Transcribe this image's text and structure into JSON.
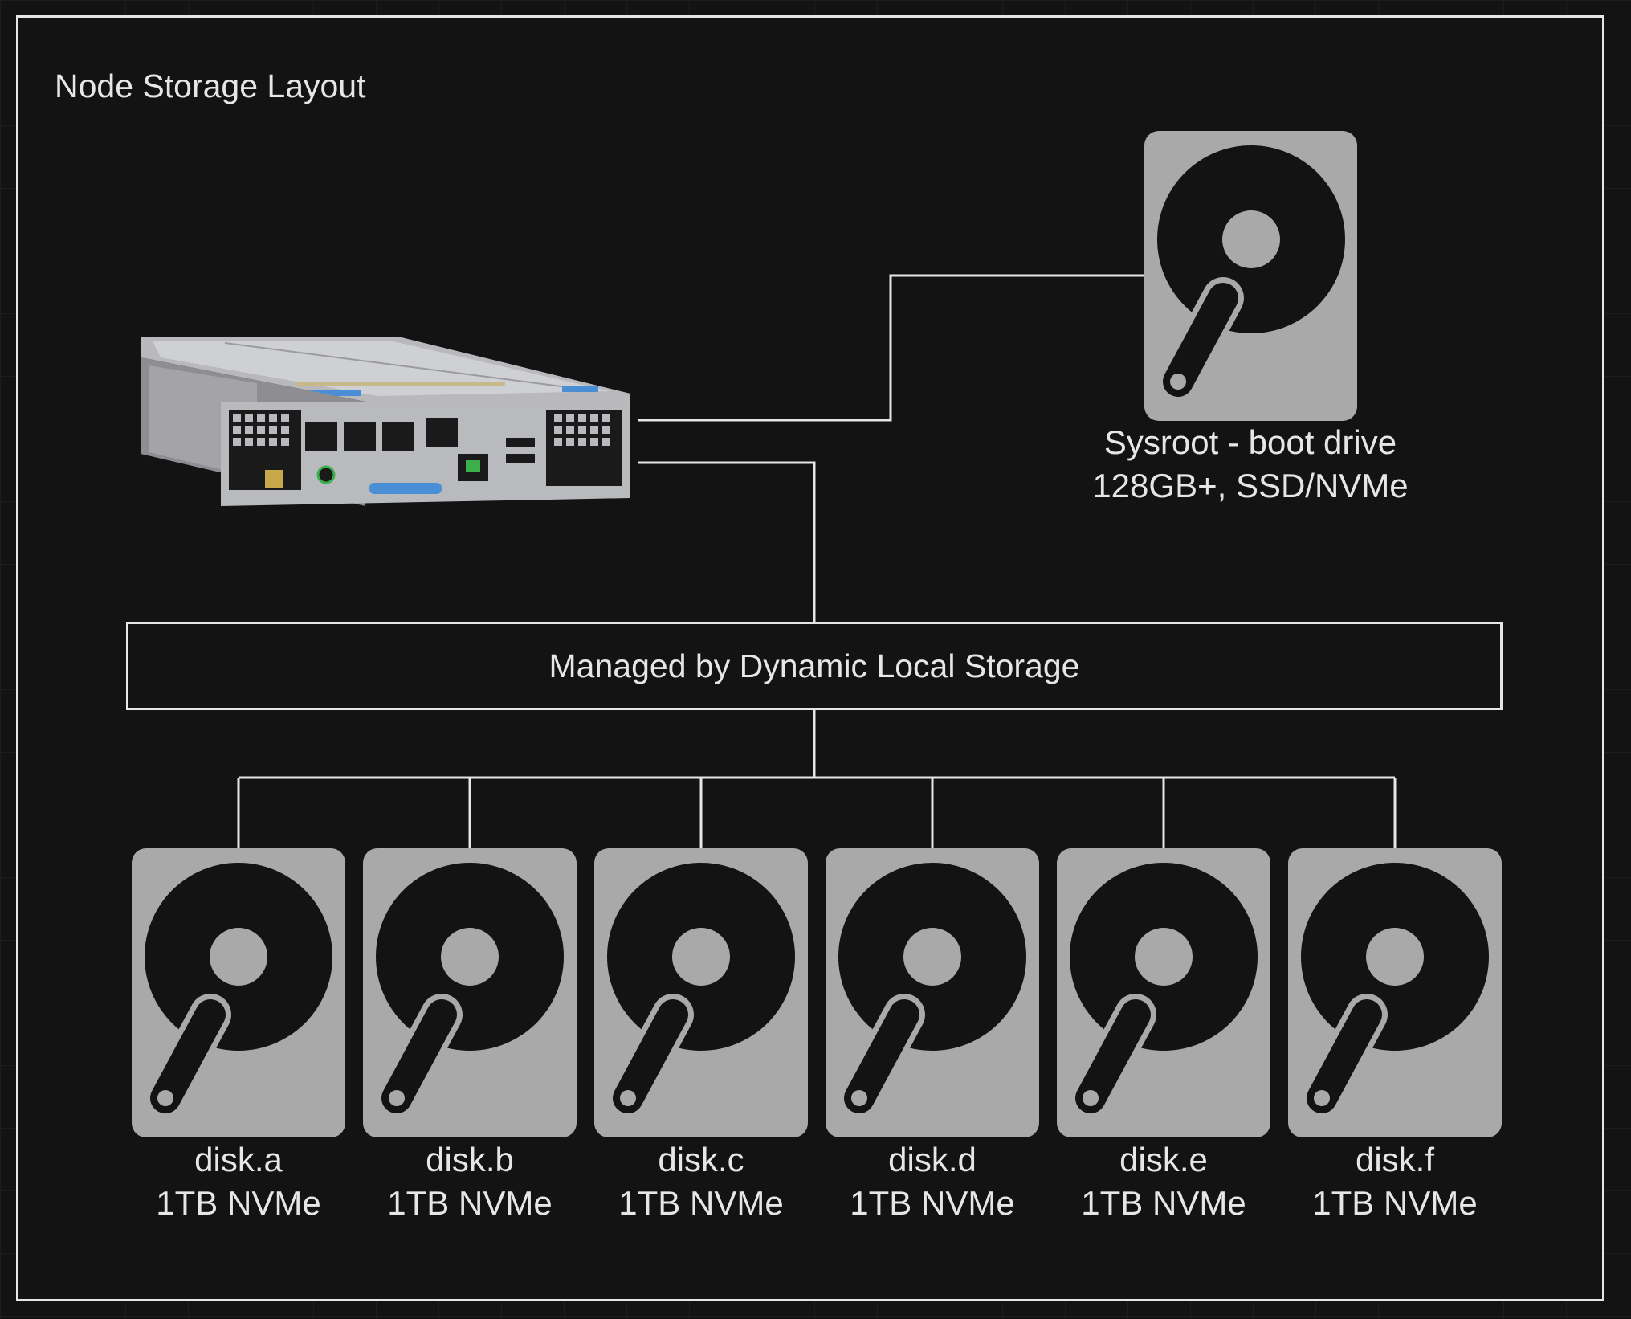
{
  "title": "Node Storage Layout",
  "boot_drive": {
    "name": "Sysroot - boot drive",
    "spec": "128GB+, SSD/NVMe",
    "icon": "hard-drive-icon"
  },
  "storage_manager": {
    "label": "Managed by Dynamic Local Storage"
  },
  "server": {
    "icon": "server-node-icon"
  },
  "disks": [
    {
      "name": "disk.a",
      "spec": "1TB NVMe"
    },
    {
      "name": "disk.b",
      "spec": "1TB NVMe"
    },
    {
      "name": "disk.c",
      "spec": "1TB NVMe"
    },
    {
      "name": "disk.d",
      "spec": "1TB NVMe"
    },
    {
      "name": "disk.e",
      "spec": "1TB NVMe"
    },
    {
      "name": "disk.f",
      "spec": "1TB NVMe"
    }
  ],
  "colors": {
    "background": "#131313",
    "line": "#e6e6e6",
    "drive_body": "#a9a9a9",
    "drive_platter": "#131313",
    "text": "#e6e6e6"
  }
}
